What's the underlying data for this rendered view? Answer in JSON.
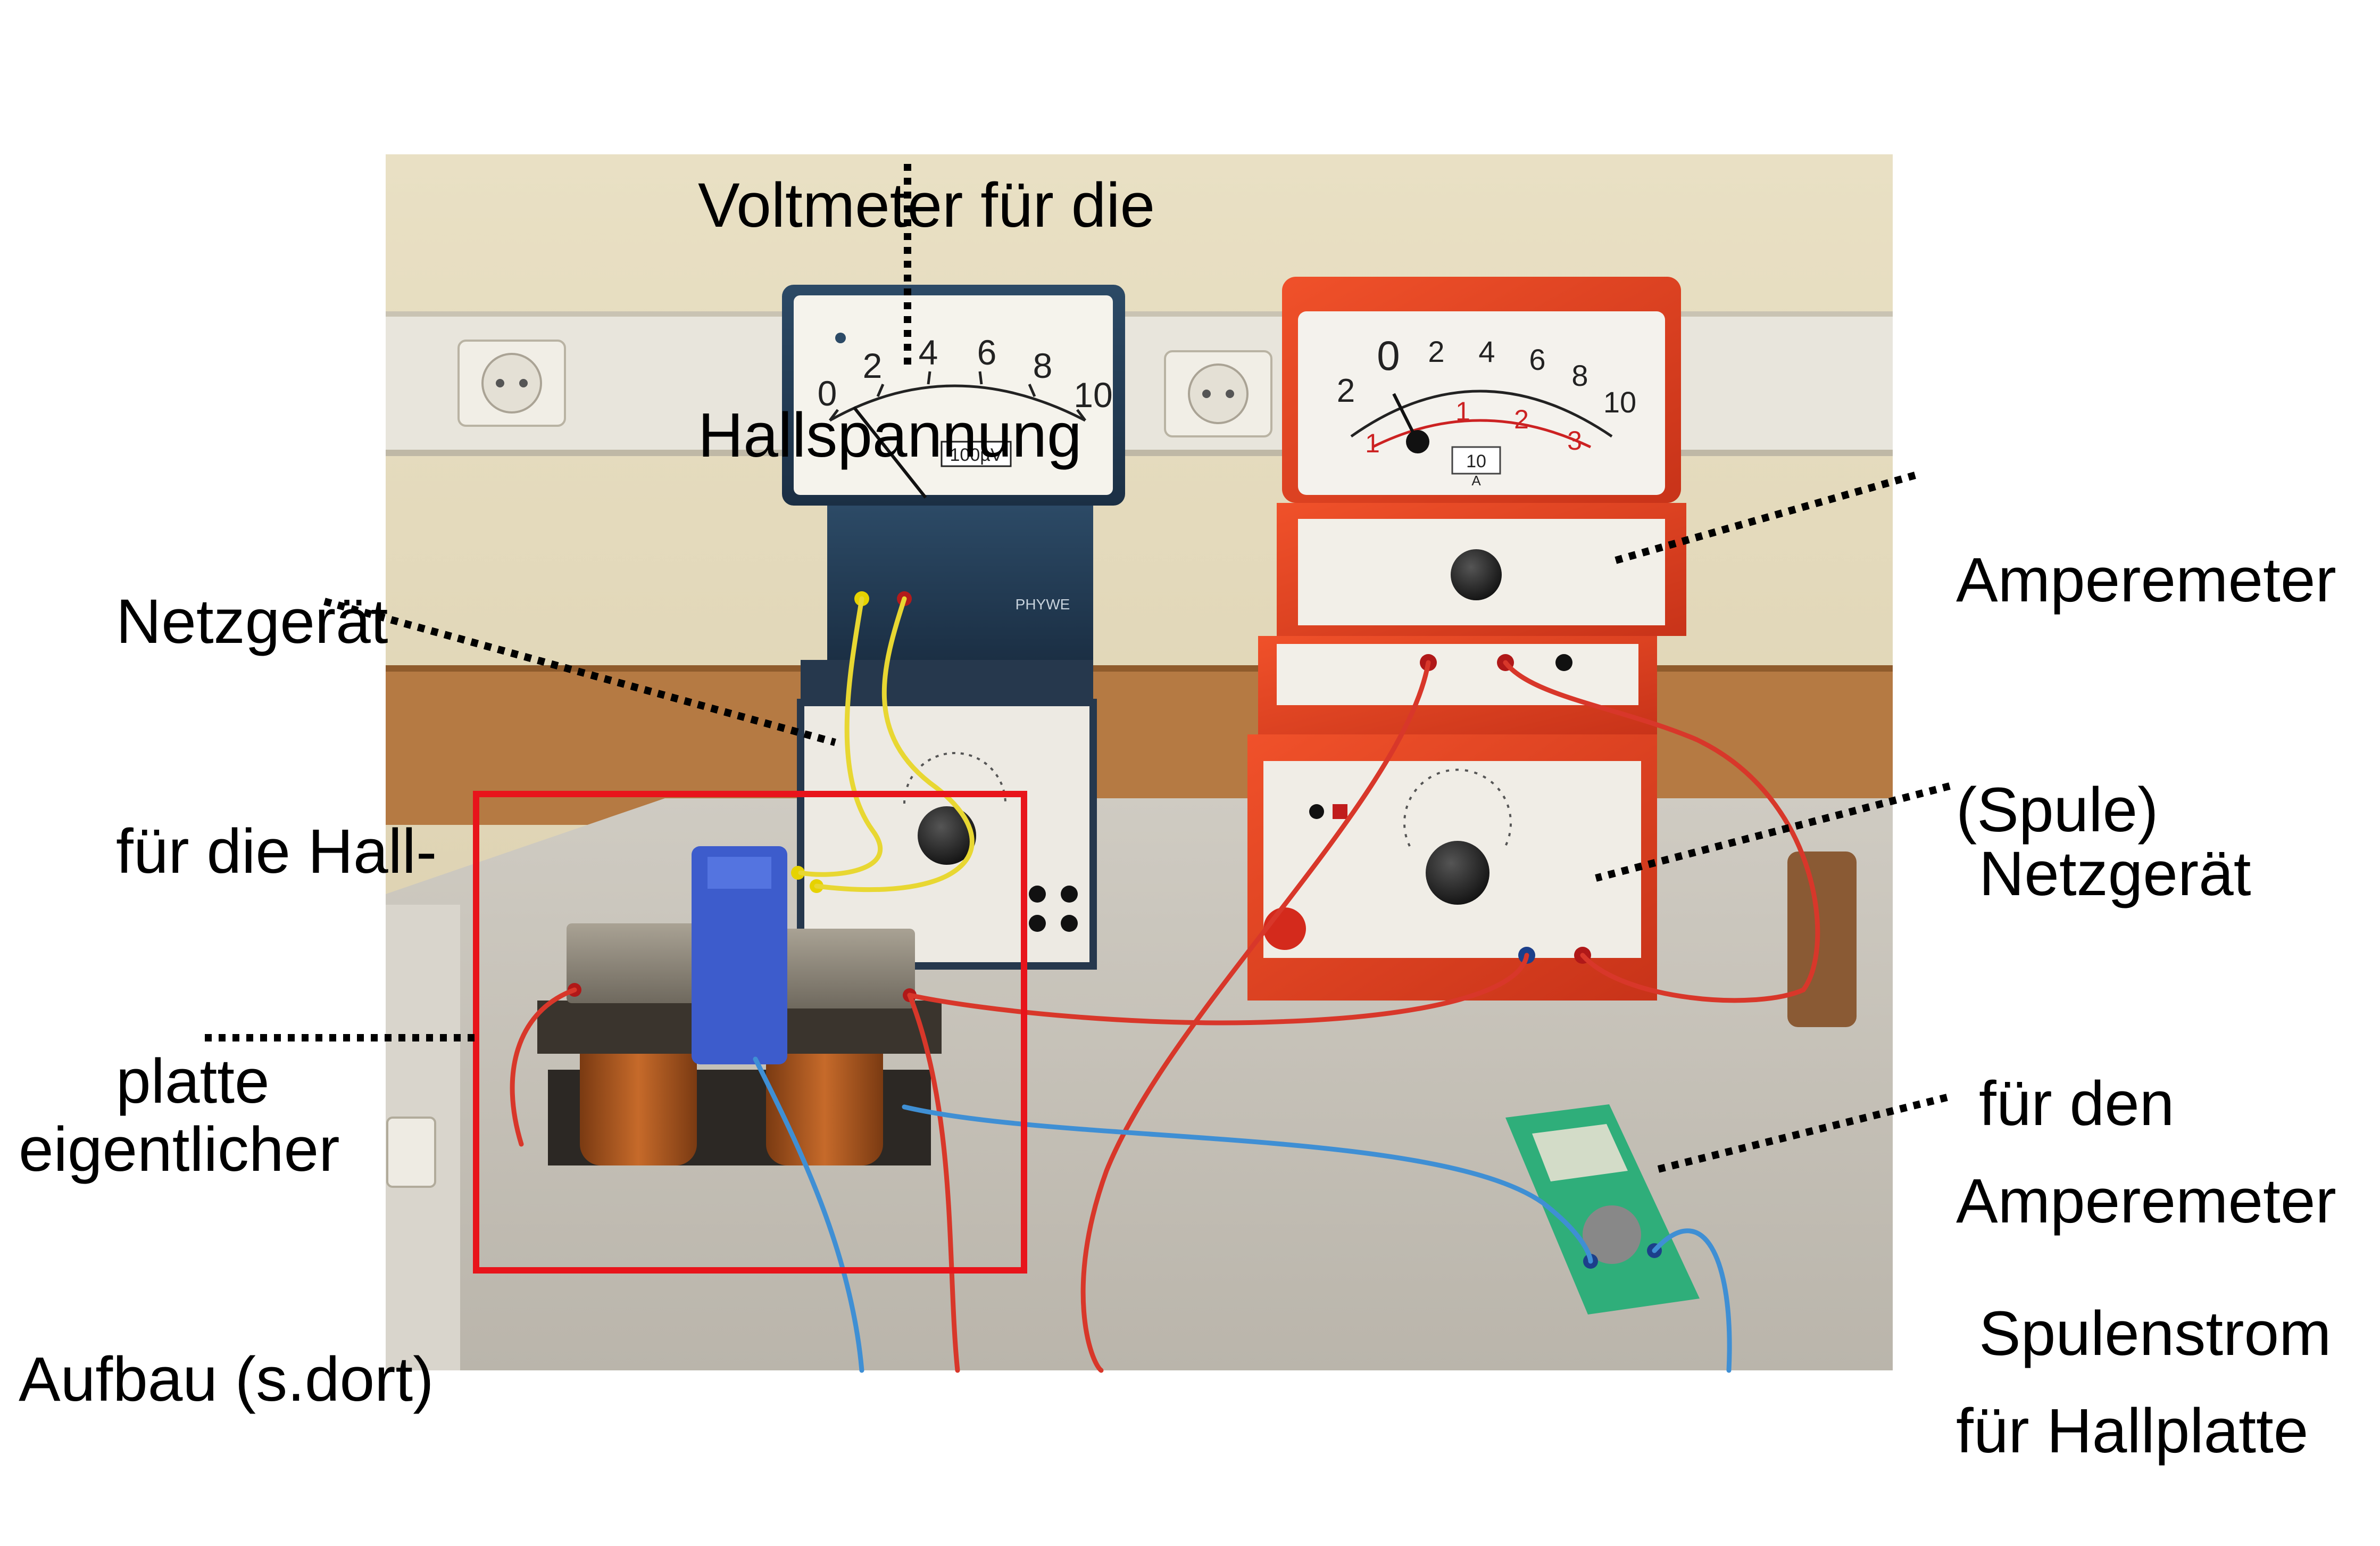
{
  "labels": {
    "voltmeter": {
      "lines": [
        "Voltmeter für die",
        "Hallspannung"
      ]
    },
    "netzgeraet_hallplatte": {
      "lines": [
        "Netzgerät",
        "für die Hall-",
        "platte"
      ]
    },
    "amperemeter_spule": {
      "lines": [
        "Amperemeter",
        "(Spule)"
      ]
    },
    "netzgeraet_spulenstrom": {
      "lines": [
        "Netzgerät",
        "für den",
        "Spulenstrom"
      ]
    },
    "eigentlicher_aufbau": {
      "lines": [
        "eigentlicher",
        "Aufbau (s.dort)"
      ]
    },
    "amperemeter_hallplatte": {
      "lines": [
        "Amperemeter",
        "für Hallplatte"
      ]
    }
  },
  "voltmeter_scale": {
    "ticks": [
      "0",
      "2",
      "4",
      "6",
      "8",
      "10"
    ],
    "range_label": "100µV"
  },
  "amperemeter_scale": {
    "outer_ticks": [
      "2",
      "0",
      "2",
      "4",
      "6",
      "8",
      "10"
    ],
    "inner_ticks": [
      "1",
      "1",
      "2",
      "3"
    ],
    "range_label": "10",
    "unit_label": "A"
  },
  "device_brand": "PHYWE",
  "colors": {
    "highlight_box": "#e8141b",
    "wire_red": "#d8372a",
    "wire_yellow": "#e8d732",
    "wire_blue": "#3f8fd4",
    "leader_line": "#000000"
  }
}
